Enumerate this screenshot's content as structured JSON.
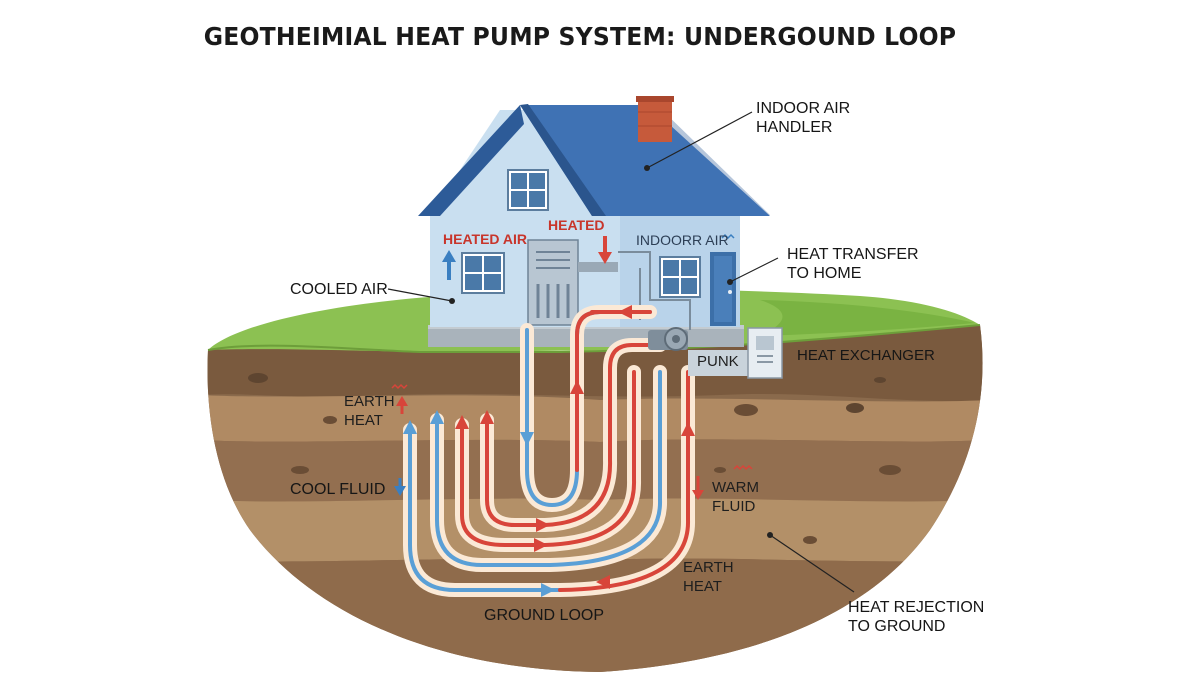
{
  "title": "GEOTHEIMIAL HEAT PUMP SYSTEM: UNDERGOUND LOOP",
  "labels": {
    "indoor_air_handler": [
      "INDOOR AIR",
      "HANDLER"
    ],
    "heat_transfer": [
      "HEAT TRANSFER",
      "TO HOME"
    ],
    "cooled_air": "COOLED AIR",
    "heated_air": "HEATED AIR",
    "heated": "HEATED",
    "indoor_air": "INDOORR AIR",
    "heat_exchanger": "HEAT EXCHANGER",
    "pump": "PUNK",
    "earth_heat_left": [
      "EARTH",
      "HEAT"
    ],
    "cool_fluid": "COOL FLUID",
    "warm_fluid": [
      "WARM",
      "FLUID"
    ],
    "earth_heat_bottom": [
      "EARTH",
      "HEAT"
    ],
    "ground_loop": "GROUND LOOP",
    "heat_rejection": [
      "HEAT REJECTION",
      "TO GROUND"
    ]
  },
  "colors": {
    "warm_pipe": "#d8453a",
    "cool_pipe": "#5a9fd6",
    "grass": "#8cc152",
    "soil": "#8a6a4c",
    "house_wall": "#c9dff0",
    "roof": "#3f72b4"
  },
  "icons": [
    "chimney",
    "window",
    "door",
    "air-handler-unit",
    "pump",
    "heat-exchanger-box",
    "arrow-up-icon",
    "arrow-down-icon",
    "heat-wave-icon"
  ]
}
